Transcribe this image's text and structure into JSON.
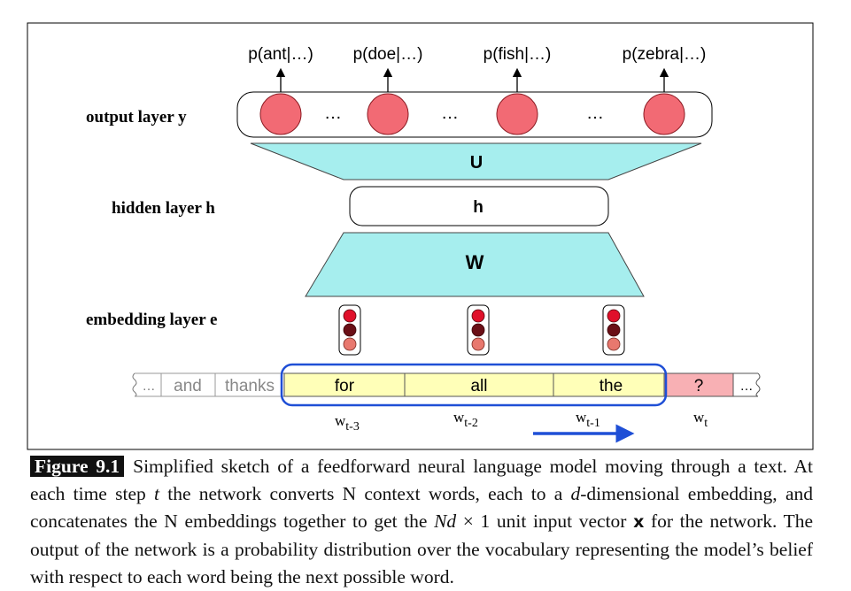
{
  "labels": {
    "output_layer": "output layer y",
    "hidden_layer": "hidden layer h",
    "embedding_layer": "embedding layer e"
  },
  "probabilities": [
    "p(ant|…)",
    "p(doe|…)",
    "p(fish|…)",
    "p(zebra|…)"
  ],
  "ellipsis": "…",
  "matrices": {
    "U": "U",
    "W": "W",
    "h": "h"
  },
  "words": {
    "leading": "…",
    "past": [
      "and",
      "thanks"
    ],
    "context": [
      "for",
      "all",
      "the"
    ],
    "target": "?",
    "trailing": "…"
  },
  "subscripts": [
    {
      "base": "w",
      "sub": "t-3"
    },
    {
      "base": "w",
      "sub": "t-2"
    },
    {
      "base": "w",
      "sub": "t-1"
    },
    {
      "base": "w",
      "sub": "t"
    }
  ],
  "colors": {
    "node": "#f26a74",
    "node_stroke": "#8b1a22",
    "trapezoid": "#a6eeee",
    "context_fill": "#ffffb8",
    "target_fill": "#f8b0b4",
    "window_stroke": "#1f4fd6",
    "arrow": "#1f4fd6",
    "emb_red": "#e0102a",
    "emb_dark": "#6a0f16",
    "emb_salmon": "#e8786e"
  },
  "caption": {
    "label": "Figure 9.1",
    "part1": "Simplified sketch of a feedforward neural language model moving through a text.  At each time step ",
    "t": "t",
    "part2": " the network converts N context words, each to a ",
    "d": "d",
    "part3": "-dimensional embedding, and concatenates the N embeddings together to get the ",
    "Nd": "Nd",
    "times": " × 1 unit input vector ",
    "x": "x",
    "part4": " for the network. The output of the network is a probability distribution over the vocabulary representing the model’s belief with respect to each word being the next possible word."
  }
}
